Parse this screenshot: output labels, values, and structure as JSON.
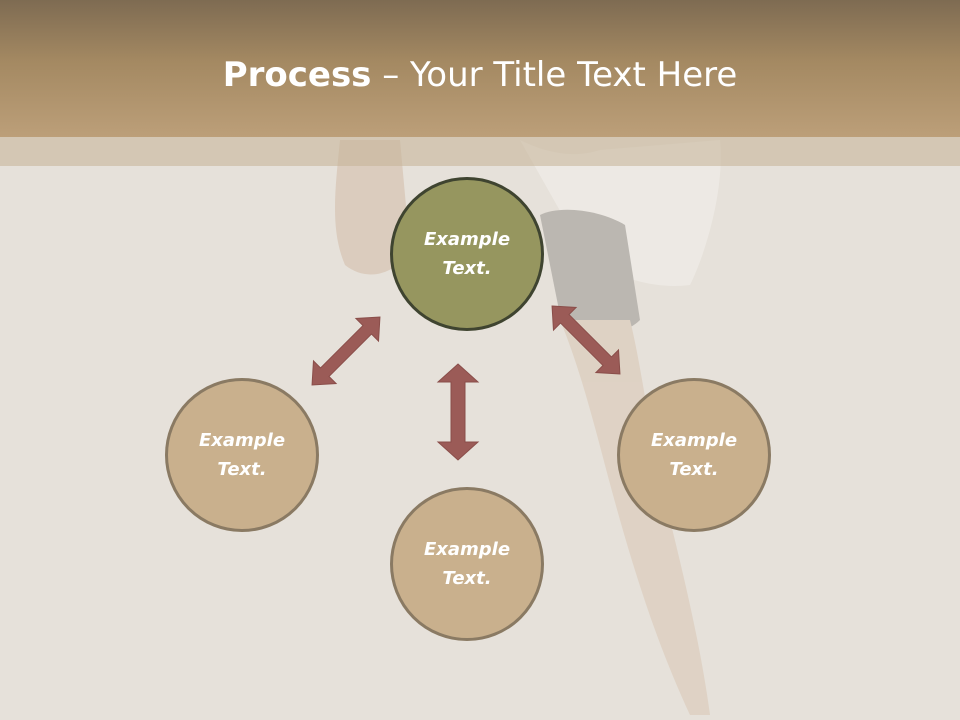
{
  "slide": {
    "title_bold": "Process",
    "title_rest": " – Your Title Text Here"
  },
  "diagram": {
    "center": {
      "line1": "Example",
      "line2": "Text."
    },
    "left": {
      "line1": "Example",
      "line2": "Text."
    },
    "bottom": {
      "line1": "Example",
      "line2": "Text."
    },
    "right": {
      "line1": "Example",
      "line2": "Text."
    }
  },
  "colors": {
    "header": "#a48962",
    "center_circle": "#96965f",
    "outer_circle": "#c9b08d",
    "arrow": "#9b5b57",
    "background": "#e6e1da"
  }
}
